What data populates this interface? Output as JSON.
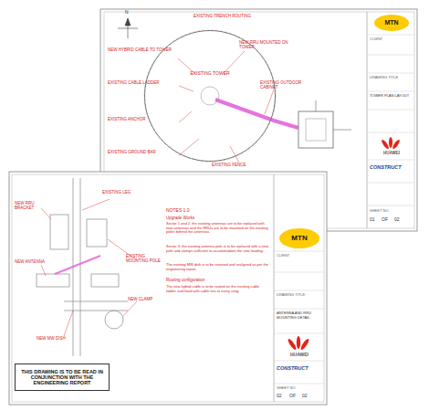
{
  "diagram": {
    "nodes": [
      {
        "text": [
          "EXISTING TOWER"
        ]
      },
      {
        "text": [
          "MTN"
        ]
      },
      {
        "text": [
          "HUAWEI"
        ]
      },
      {
        "text": [
          "MTN"
        ]
      },
      {
        "text": [
          "HUAWEI"
        ]
      },
      {
        "text": [
          "THIS DRAWING IS TO BE READ IN CONJUNCTION WITH THE ENGINEERING REPORT"
        ]
      }
    ],
    "labels": [
      "EXISTING TRENCH ROUTING",
      "N",
      "NEW HYBRID CABLE TO TOWER",
      "EXISTING CABLE LADDER",
      "EXISTING ANCHOR",
      "EXISTING GROUND BAR",
      "NEW RRU MOUNTED ON TOWER",
      "EXISTING OUTDOOR CABINET",
      "EXISTING FENCE",
      "CLIENT",
      "DRAWING TITLE",
      "TOWER PLAN LAYOUT",
      "CONSTRUCT",
      "SHEET NO.",
      "01",
      "OF",
      "02",
      "NEW RRU BRACKET",
      "EXISTING LEG",
      "NEW ANTENNA",
      "NEW MW DISH",
      "EXISTING MOUNTING POLE",
      "NEW CLAMP",
      "NOTES 1.0",
      "Upgrade Works",
      "Sector 1 and 2: the existing antennas are to be replaced with new antennas and the RRUs are to be mounted on the existing poles behind the antennas.",
      "Sector 3: the existing antenna pole is to be replaced with a new pole and clamps sufficient to accommodate the new loading.",
      "The existing MW dish is to be retained and realigned as per the engineering report.",
      "Routing configuration",
      "The new hybrid cable is to be routed on the existing cable ladder and fixed with cable ties at every rung.",
      "CLIENT",
      "DRAWING TITLE",
      "ANTENNA AND RRU MOUNTING DETAIL",
      "CONSTRUCT",
      "SHEET NO.",
      "02",
      "OF",
      "02"
    ]
  }
}
